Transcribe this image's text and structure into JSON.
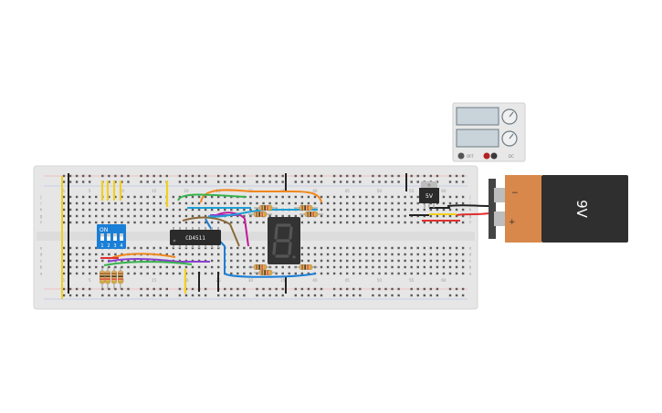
{
  "workspace": {
    "background_color": "#ffffff",
    "breadboard_color": "#e6e6e6"
  },
  "breadboard": {
    "column_numbers": [
      "1",
      "5",
      "10",
      "15",
      "20",
      "25",
      "30",
      "35",
      "40",
      "45",
      "50",
      "55",
      "60"
    ],
    "row_letters_top": [
      "j",
      "i",
      "h",
      "g",
      "f"
    ],
    "row_letters_bottom": [
      "e",
      "d",
      "c",
      "b",
      "a"
    ],
    "rail_plus_color": "#d33",
    "rail_minus_color": "#333"
  },
  "ic": {
    "label": "CD4511",
    "color": "#2b2b2b"
  },
  "dip_switch": {
    "label_on": "ON",
    "positions": [
      "1",
      "2",
      "3",
      "4"
    ],
    "color": "#1a7fd6"
  },
  "seven_segment": {
    "glyph": "8",
    "color": "#333333"
  },
  "regulator": {
    "label": "5V"
  },
  "power_supply": {
    "label_off": "OFF",
    "label_dc": "DC",
    "color": "#e8e8e8"
  },
  "battery": {
    "label": "9V",
    "minus": "−",
    "plus": "+",
    "body_color": "#2f2f2f",
    "cap_color": "#d7884a"
  },
  "wire_colors": {
    "orange": "#f0871e",
    "green": "#37b24d",
    "cyan": "#1e9fd6",
    "purple": "#8b3fd1",
    "magenta": "#c2189b",
    "brown": "#8a6a3a",
    "yellow": "#f2cf1d",
    "red": "#e03131",
    "black": "#222222",
    "blue": "#1c7ed6"
  }
}
